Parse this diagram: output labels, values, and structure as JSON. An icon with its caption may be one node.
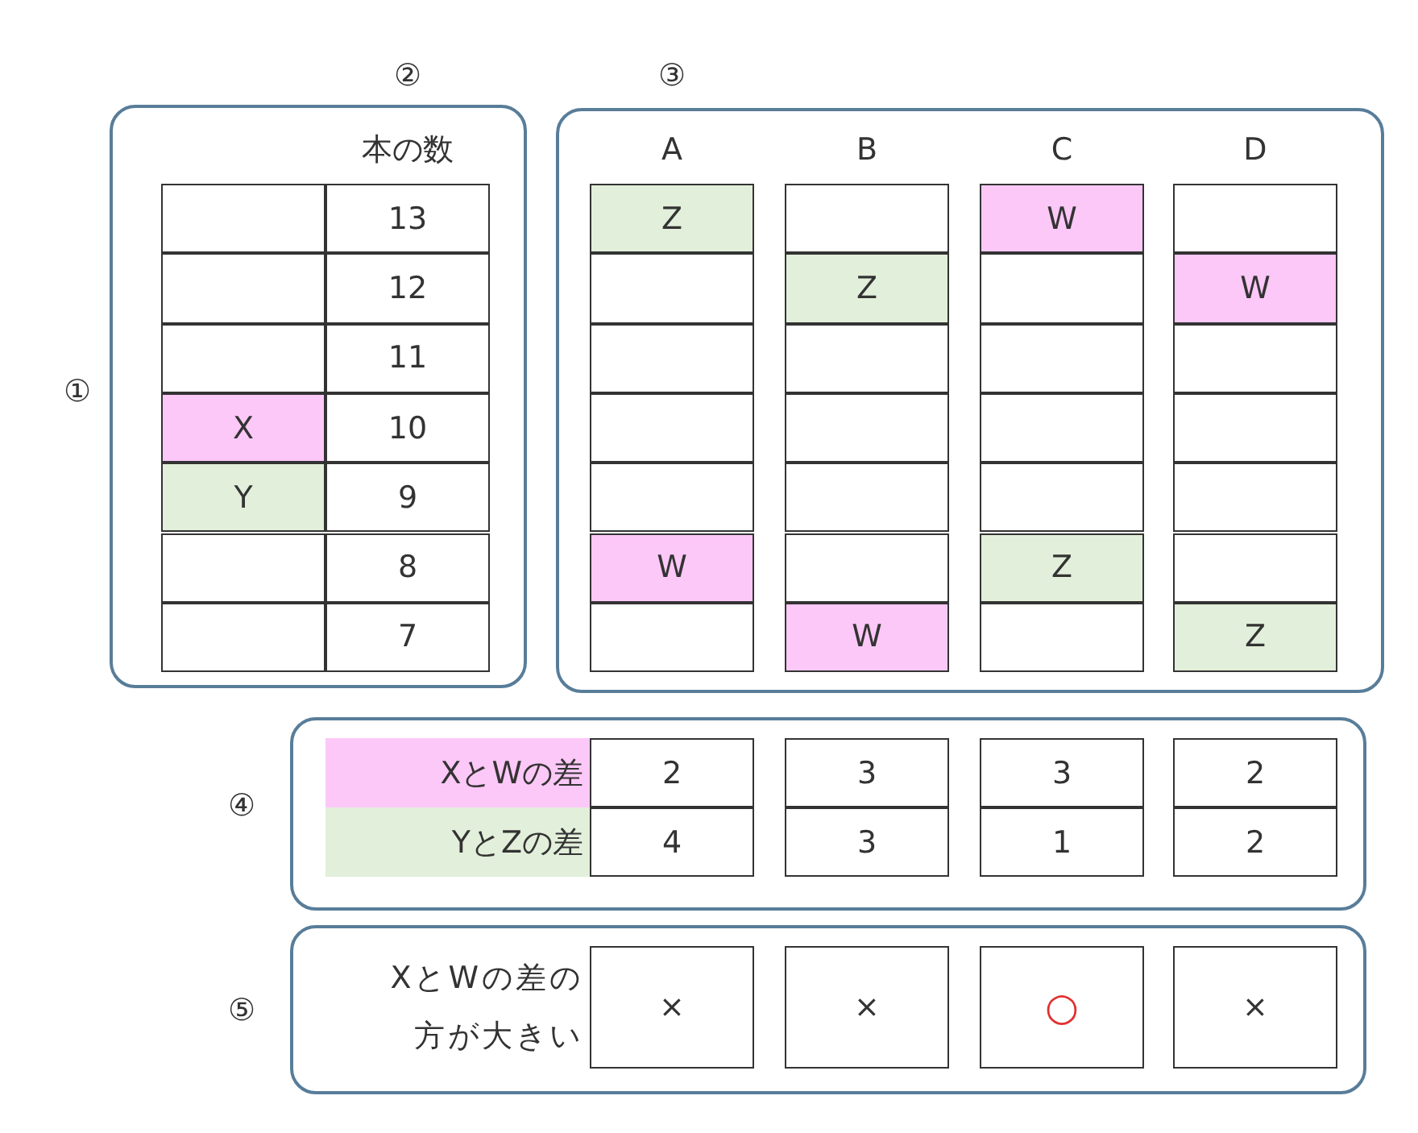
{
  "diagram": {
    "labels": [
      "②",
      "③",
      "本の数",
      "A",
      "B",
      "C",
      "D",
      "13",
      "Z",
      "W",
      "12",
      "Z",
      "W",
      "11",
      "①",
      "X",
      "10",
      "Y",
      "9",
      "8",
      "W",
      "Z",
      "7",
      "W",
      "Z",
      "④",
      "XとWの差",
      "2",
      "3",
      "3",
      "2",
      "YとZの差",
      "4",
      "3",
      "1",
      "2",
      "⑤",
      "XとWの差の方が大きい",
      "×",
      "×",
      "○",
      "×"
    ]
  }
}
